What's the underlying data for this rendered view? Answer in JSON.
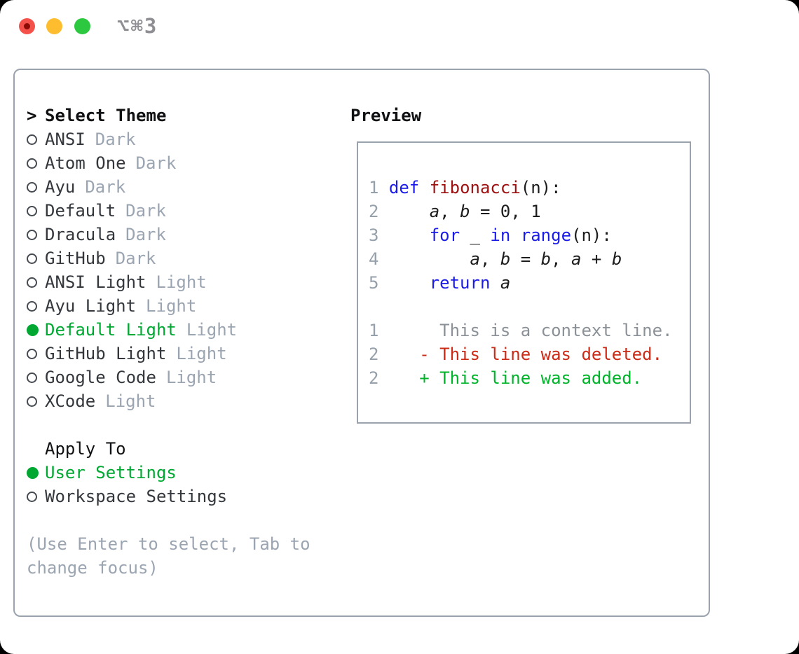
{
  "window": {
    "title": "⌥⌘3"
  },
  "colors": {
    "accent_green": "#00a832",
    "added_green": "#00b42a",
    "deleted_red": "#cb2a16",
    "keyword_blue": "#1b1be8",
    "function_red": "#9e1010",
    "line_number_gray": "#96a0aa",
    "context_gray": "#8b9197",
    "muted_gray": "#9ba5b2",
    "text_dark": "#33373c",
    "heading_black": "#101113",
    "border_gray": "#9aa3ad",
    "title_gray": "#8e8e93",
    "traffic_close": "#f4514b",
    "traffic_close_dot": "#8c0b04",
    "traffic_minimize": "#fdbd2f",
    "traffic_maximize": "#2bc840"
  },
  "theme_picker": {
    "prompt": ">",
    "header": "Select Theme",
    "themes": [
      {
        "name": "ANSI",
        "tag": "Dark",
        "selected": false
      },
      {
        "name": "Atom One",
        "tag": "Dark",
        "selected": false
      },
      {
        "name": "Ayu",
        "tag": "Dark",
        "selected": false
      },
      {
        "name": "Default",
        "tag": "Dark",
        "selected": false
      },
      {
        "name": "Dracula",
        "tag": "Dark",
        "selected": false
      },
      {
        "name": "GitHub",
        "tag": "Dark",
        "selected": false
      },
      {
        "name": "ANSI Light",
        "tag": "Light",
        "selected": false
      },
      {
        "name": "Ayu Light",
        "tag": "Light",
        "selected": false
      },
      {
        "name": "Default Light",
        "tag": "Light",
        "selected": true
      },
      {
        "name": "GitHub Light",
        "tag": "Light",
        "selected": false
      },
      {
        "name": "Google Code",
        "tag": "Light",
        "selected": false
      },
      {
        "name": "XCode",
        "tag": "Light",
        "selected": false
      }
    ],
    "apply_to": {
      "header": "Apply To",
      "options": [
        {
          "label": "User Settings",
          "selected": true
        },
        {
          "label": "Workspace Settings",
          "selected": false
        }
      ]
    },
    "hint_line1": "(Use Enter to select, Tab to",
    "hint_line2": "change focus)"
  },
  "preview": {
    "header": "Preview",
    "lines": [
      [
        {
          "t": "1",
          "s": "num"
        },
        {
          "t": " ",
          "s": "plain"
        },
        {
          "t": "def",
          "s": "kw"
        },
        {
          "t": " ",
          "s": "plain"
        },
        {
          "t": "fibonacci",
          "s": "fn"
        },
        {
          "t": "(n):",
          "s": "plain"
        }
      ],
      [
        {
          "t": "2",
          "s": "num"
        },
        {
          "t": "     ",
          "s": "plain"
        },
        {
          "t": "a",
          "s": "var"
        },
        {
          "t": ", ",
          "s": "plain"
        },
        {
          "t": "b",
          "s": "var"
        },
        {
          "t": " = 0, 1",
          "s": "plain"
        }
      ],
      [
        {
          "t": "3",
          "s": "num"
        },
        {
          "t": "     ",
          "s": "plain"
        },
        {
          "t": "for",
          "s": "kw"
        },
        {
          "t": " ",
          "s": "plain"
        },
        {
          "t": "_",
          "s": "plain"
        },
        {
          "t": " ",
          "s": "plain"
        },
        {
          "t": "in",
          "s": "kw"
        },
        {
          "t": " ",
          "s": "plain"
        },
        {
          "t": "range",
          "s": "kw"
        },
        {
          "t": "(n):",
          "s": "plain"
        }
      ],
      [
        {
          "t": "4",
          "s": "num"
        },
        {
          "t": "         ",
          "s": "plain"
        },
        {
          "t": "a",
          "s": "var"
        },
        {
          "t": ", ",
          "s": "plain"
        },
        {
          "t": "b",
          "s": "var"
        },
        {
          "t": " = ",
          "s": "plain"
        },
        {
          "t": "b",
          "s": "var"
        },
        {
          "t": ", ",
          "s": "plain"
        },
        {
          "t": "a",
          "s": "var"
        },
        {
          "t": " + ",
          "s": "plain"
        },
        {
          "t": "b",
          "s": "var"
        }
      ],
      [
        {
          "t": "5",
          "s": "num"
        },
        {
          "t": "     ",
          "s": "plain"
        },
        {
          "t": "return",
          "s": "kw"
        },
        {
          "t": " ",
          "s": "plain"
        },
        {
          "t": "a",
          "s": "var"
        }
      ],
      [],
      [
        {
          "t": "1",
          "s": "num"
        },
        {
          "t": "      ",
          "s": "plain"
        },
        {
          "t": "This is a context line.",
          "s": "ctx"
        }
      ],
      [
        {
          "t": "2",
          "s": "num"
        },
        {
          "t": "    ",
          "s": "plain"
        },
        {
          "t": "- This line was deleted.",
          "s": "del"
        }
      ],
      [
        {
          "t": "2",
          "s": "num"
        },
        {
          "t": "    ",
          "s": "plain"
        },
        {
          "t": "+ This line was added.",
          "s": "add"
        }
      ]
    ]
  }
}
